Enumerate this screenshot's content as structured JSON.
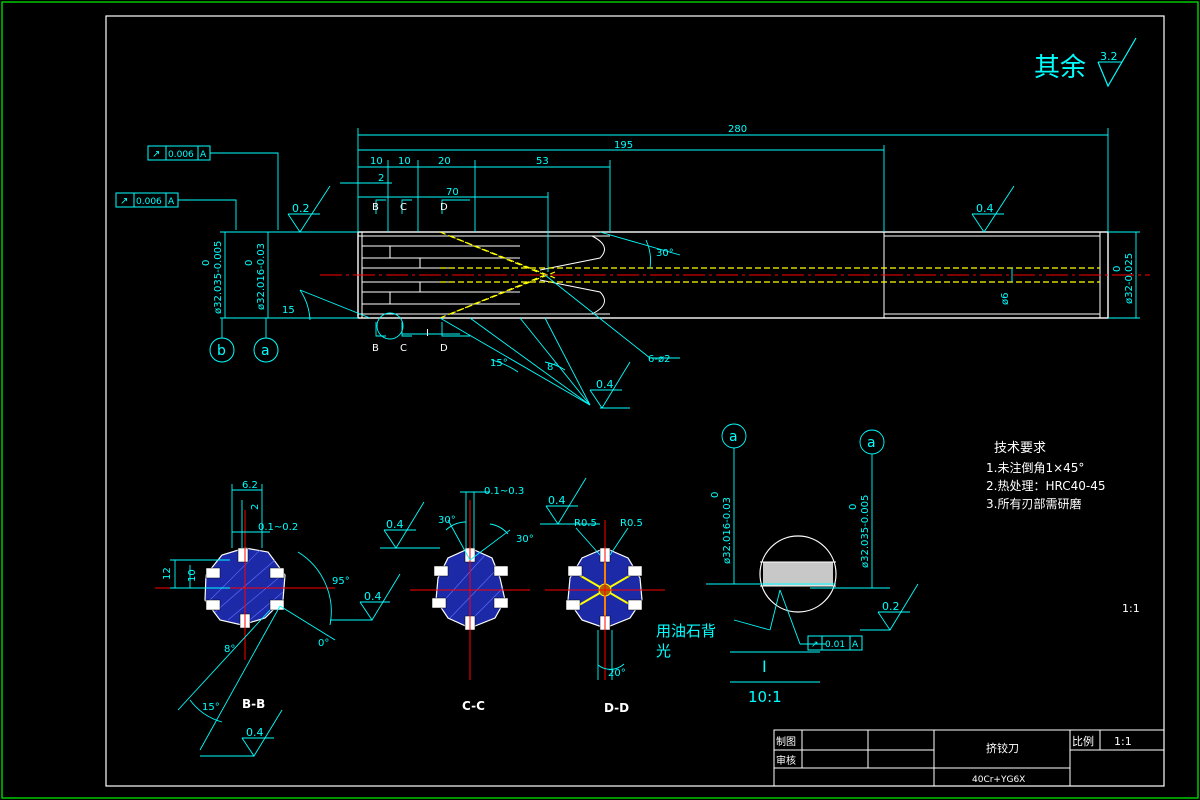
{
  "colors": {
    "background": "#000000",
    "border": "#00c800",
    "outline": "#ffffff",
    "dimension": "#00ffff",
    "center": "#ff0000",
    "hidden": "#ffff00",
    "hatch": "#3040ff"
  },
  "roughness_note": {
    "text": "其余",
    "value": "3.2"
  },
  "dimensions": {
    "total_length": "280",
    "length_195": "195",
    "d10a": "10",
    "d10b": "10",
    "d20": "20",
    "d53": "53",
    "d2": "2",
    "d70": "70",
    "rough_left": "0.2",
    "rough_right": "0.4",
    "dia_left_1": "ø32.035-0.005",
    "dia_left_1_upper": "0",
    "dia_left_2": "ø32.016-0.03",
    "dia_left_2_upper": "0",
    "dia_right": "ø32-0.025",
    "dia_right_upper": "0",
    "dia_hole": "ø6",
    "angle_30": "30°",
    "angle_15": "15",
    "angle_15b": "15°",
    "angle_8": "8°",
    "holes": "6-ø2",
    "rough_mid": "0.4",
    "datum_b": "b",
    "datum_a": "a"
  },
  "tolerance_frames": [
    {
      "symbol": "↗",
      "value": "0.006",
      "datum": "A"
    },
    {
      "symbol": "↗",
      "value": "0.006",
      "datum": "A"
    },
    {
      "symbol": "↗",
      "value": "0.01",
      "datum": "A"
    }
  ],
  "section_marks": {
    "B": "B",
    "C": "C",
    "D": "D",
    "I": "I"
  },
  "sections": {
    "bb": {
      "label": "B-B",
      "d62": "6.2",
      "d2": "2",
      "d01_02": "0.1~0.2",
      "d12": "12",
      "d10": "10",
      "angle_95": "95°",
      "angle_0": "0°",
      "angle_8": "8°",
      "angle_15": "15°",
      "rough_a": "0.4",
      "rough_b": "0.4"
    },
    "cc": {
      "label": "C-C",
      "d01_03": "0.1~0.3",
      "angle_30a": "30°",
      "angle_30b": "30°",
      "rough": "0.4"
    },
    "dd": {
      "label": "D-D",
      "r1": "R0.5",
      "r2": "R0.5",
      "angle_20": "20°",
      "rough": "0.4"
    }
  },
  "detail": {
    "label": "I",
    "scale": "10:1",
    "note_line1": "用油石背",
    "note_line2": "光",
    "dia_1": "ø32.016-0.03",
    "dia_1_upper": "0",
    "dia_2": "ø32.035-0.005",
    "dia_2_upper": "0",
    "rough": "0.2",
    "datum_1": "a",
    "datum_2": "a"
  },
  "tech_requirements": {
    "title": "技术要求",
    "items": [
      "1.未注倒角1×45°",
      "2.热处理：HRC40-45",
      "3.所有刃部需研磨"
    ]
  },
  "scale_side": "1:1",
  "title_block": {
    "drawn_label": "制图",
    "checked_label": "审核",
    "part_name": "挤铰刀",
    "scale_label": "比例",
    "scale_value": "1:1",
    "material": "40Cr+YG6X"
  }
}
